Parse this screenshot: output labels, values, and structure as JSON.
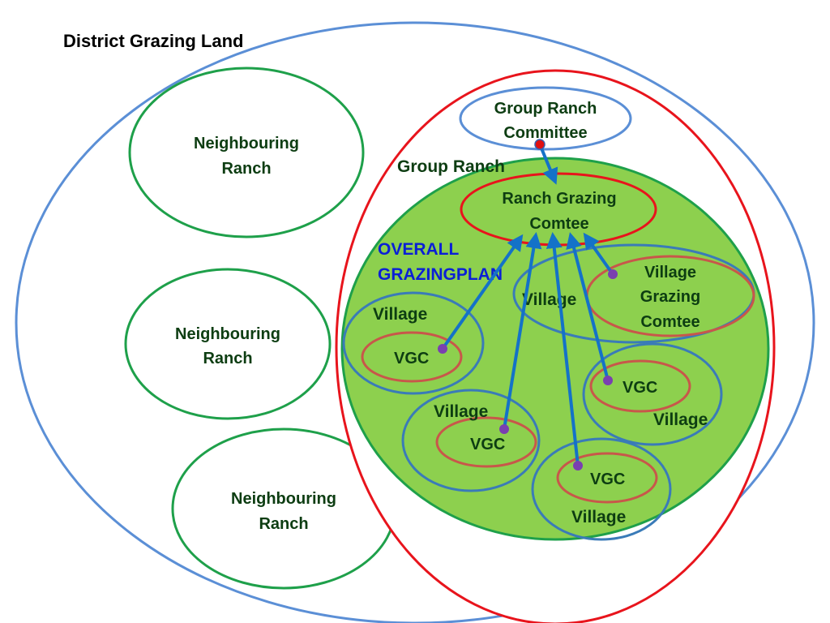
{
  "title": "District Grazing Land",
  "group_ranch_label": "Group Ranch",
  "overall_plan": [
    "OVERALL",
    "GRAZINGPLAN"
  ],
  "neighbouring_ranches": [
    [
      "Neighbouring",
      "Ranch"
    ],
    [
      "Neighbouring",
      "Ranch"
    ],
    [
      "Neighbouring",
      "Ranch"
    ]
  ],
  "group_ranch_committee": [
    "Group Ranch",
    "Committee"
  ],
  "ranch_grazing_comtee": [
    "Ranch Grazing",
    "Comtee"
  ],
  "village_grazing_comtee": [
    "Village",
    "Grazing",
    "Comtee"
  ],
  "village_label": "Village",
  "vgc_label": "VGC",
  "colors": {
    "district_border": "#5b8fd6",
    "neighbour_border": "#1ea04a",
    "group_ranch_border": "#e8141c",
    "plan_fill": "#8dd04e",
    "village_border": "#3a7bb8",
    "vgc_border": "#c8574a",
    "arrow": "#1472c8",
    "dot": "#7a3fb0",
    "dot_top": "#e01010"
  }
}
